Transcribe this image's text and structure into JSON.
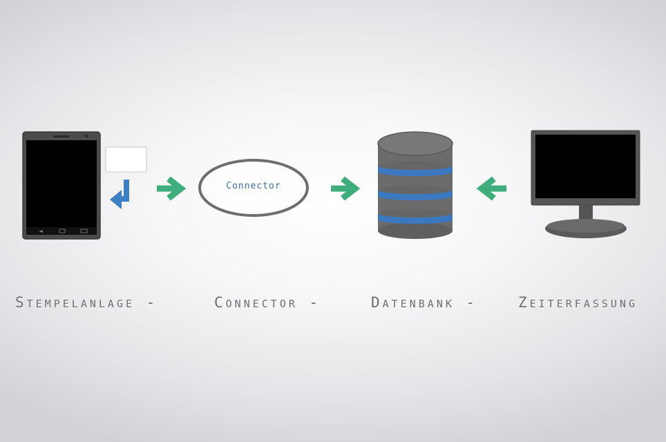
{
  "connector_label": "Connector",
  "captions": [
    "Stempelanlage -",
    "Connector -",
    "Datenbank -",
    "Zeiterfassung"
  ],
  "icons": {
    "device": "tablet-icon",
    "card": "rfid-card-icon",
    "return": "return-arrow-icon",
    "flow": "arrow-icon",
    "database": "database-icon",
    "monitor": "monitor-icon"
  },
  "colors": {
    "arrow": "#3fae7c",
    "return_arrow": "#3d7fc4",
    "db_stripe": "#3b78c0",
    "db_body": "#6b6b6b",
    "connector_text": "#3d6fa8",
    "device_frame": "#505050",
    "screen": "#000000"
  }
}
